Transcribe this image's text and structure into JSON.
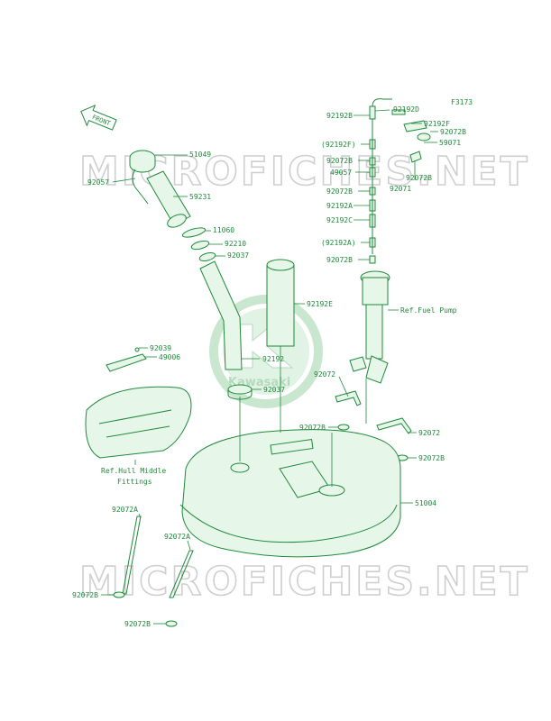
{
  "diagram_code": "F3173",
  "front_label": "FRONT",
  "watermark_text": "MICROFICHES.NET",
  "logo_text": "Kawasaki",
  "colors": {
    "line": "#1f8a3a",
    "fill": "#e6f6e9",
    "watermark": "#cfcfcf"
  },
  "labels": [
    {
      "id": "l-51049",
      "text": "51049"
    },
    {
      "id": "l-92057",
      "text": "92057"
    },
    {
      "id": "l-59231",
      "text": "59231"
    },
    {
      "id": "l-11060",
      "text": "11060"
    },
    {
      "id": "l-92210",
      "text": "92210"
    },
    {
      "id": "l-92037a",
      "text": "92037"
    },
    {
      "id": "l-92192e",
      "text": "92192E"
    },
    {
      "id": "l-92192",
      "text": "92192"
    },
    {
      "id": "l-92037b",
      "text": "92037"
    },
    {
      "id": "l-92039",
      "text": "92039"
    },
    {
      "id": "l-49006",
      "text": "49006"
    },
    {
      "id": "l-92192b",
      "text": "92192B"
    },
    {
      "id": "l-92192d",
      "text": "92192D"
    },
    {
      "id": "l-92192f",
      "text": "92192F"
    },
    {
      "id": "l-92072b-1",
      "text": "92072B"
    },
    {
      "id": "l-92192f-p",
      "text": "(92192F)"
    },
    {
      "id": "l-59071",
      "text": "59071"
    },
    {
      "id": "l-92072b-2",
      "text": "92072B"
    },
    {
      "id": "l-92072b-3",
      "text": "92072B"
    },
    {
      "id": "l-49057",
      "text": "49057"
    },
    {
      "id": "l-92071",
      "text": "92071"
    },
    {
      "id": "l-92072b-4",
      "text": "92072B"
    },
    {
      "id": "l-92192a",
      "text": "92192A"
    },
    {
      "id": "l-92192c",
      "text": "92192C"
    },
    {
      "id": "l-92192a-p",
      "text": "(92192A)"
    },
    {
      "id": "l-92072b-5",
      "text": "92072B"
    },
    {
      "id": "l-ref-pump",
      "text": "Ref.Fuel Pump"
    },
    {
      "id": "l-92072-1",
      "text": "92072"
    },
    {
      "id": "l-92072b-6",
      "text": "92072B"
    },
    {
      "id": "l-92072-2",
      "text": "92072"
    },
    {
      "id": "l-92072b-7",
      "text": "92072B"
    },
    {
      "id": "l-ref-hull-1",
      "text": "Ref.Hull Middle"
    },
    {
      "id": "l-ref-hull-2",
      "text": "Fittings"
    },
    {
      "id": "l-51004",
      "text": "51004"
    },
    {
      "id": "l-92072a-1",
      "text": "92072A"
    },
    {
      "id": "l-92072a-2",
      "text": "92072A"
    },
    {
      "id": "l-92072b-8",
      "text": "92072B"
    },
    {
      "id": "l-92072b-9",
      "text": "92072B"
    }
  ]
}
